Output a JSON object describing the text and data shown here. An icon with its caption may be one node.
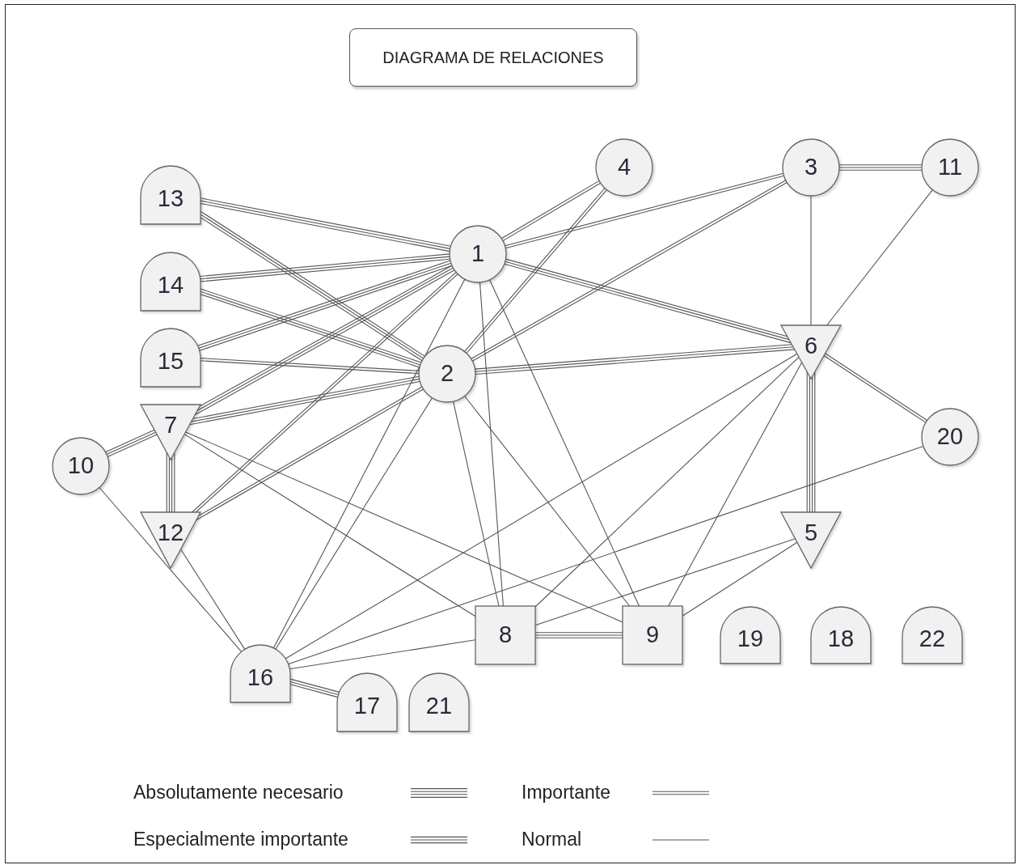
{
  "diagram": {
    "title": "DIAGRAMA DE RELACIONES",
    "nodes": [
      {
        "text": [
          "1"
        ]
      },
      {
        "text": [
          "2"
        ]
      },
      {
        "text": [
          "3"
        ]
      },
      {
        "text": [
          "4"
        ]
      },
      {
        "text": [
          "5"
        ]
      },
      {
        "text": [
          "6"
        ]
      },
      {
        "text": [
          "7"
        ]
      },
      {
        "text": [
          "8"
        ]
      },
      {
        "text": [
          "9"
        ]
      },
      {
        "text": [
          "10"
        ]
      },
      {
        "text": [
          "11"
        ]
      },
      {
        "text": [
          "12"
        ]
      },
      {
        "text": [
          "13"
        ]
      },
      {
        "text": [
          "14"
        ]
      },
      {
        "text": [
          "15"
        ]
      },
      {
        "text": [
          "16"
        ]
      },
      {
        "text": [
          "17"
        ]
      },
      {
        "text": [
          "18"
        ]
      },
      {
        "text": [
          "19"
        ]
      },
      {
        "text": [
          "20"
        ]
      },
      {
        "text": [
          "21"
        ]
      },
      {
        "text": [
          "22"
        ]
      }
    ],
    "edges": [
      {
        "from": 12,
        "to": 0,
        "arrow": "none"
      },
      {
        "from": 12,
        "to": 1,
        "arrow": "none"
      },
      {
        "from": 13,
        "to": 0,
        "arrow": "none"
      },
      {
        "from": 13,
        "to": 1,
        "arrow": "none"
      },
      {
        "from": 14,
        "to": 0,
        "arrow": "none"
      },
      {
        "from": 14,
        "to": 1,
        "arrow": "none"
      },
      {
        "from": 0,
        "to": 3,
        "arrow": "none"
      },
      {
        "from": 0,
        "to": 2,
        "arrow": "none"
      },
      {
        "from": 0,
        "to": 5,
        "arrow": "none"
      },
      {
        "from": 0,
        "to": 6,
        "arrow": "none"
      },
      {
        "from": 0,
        "to": 11,
        "arrow": "none"
      },
      {
        "from": 0,
        "to": 15,
        "arrow": "none"
      },
      {
        "from": 0,
        "to": 7,
        "arrow": "none"
      },
      {
        "from": 0,
        "to": 8,
        "arrow": "none"
      },
      {
        "from": 1,
        "to": 3,
        "arrow": "none"
      },
      {
        "from": 1,
        "to": 2,
        "arrow": "none"
      },
      {
        "from": 1,
        "to": 5,
        "arrow": "none"
      },
      {
        "from": 1,
        "to": 6,
        "arrow": "none"
      },
      {
        "from": 1,
        "to": 11,
        "arrow": "none"
      },
      {
        "from": 1,
        "to": 15,
        "arrow": "none"
      },
      {
        "from": 1,
        "to": 7,
        "arrow": "none"
      },
      {
        "from": 1,
        "to": 8,
        "arrow": "none"
      },
      {
        "from": 2,
        "to": 10,
        "arrow": "none"
      },
      {
        "from": 2,
        "to": 5,
        "arrow": "none"
      },
      {
        "from": 10,
        "to": 5,
        "arrow": "none"
      },
      {
        "from": 5,
        "to": 19,
        "arrow": "none"
      },
      {
        "from": 5,
        "to": 4,
        "arrow": "none"
      },
      {
        "from": 5,
        "to": 7,
        "arrow": "none"
      },
      {
        "from": 5,
        "to": 8,
        "arrow": "none"
      },
      {
        "from": 5,
        "to": 15,
        "arrow": "none"
      },
      {
        "from": 9,
        "to": 6,
        "arrow": "none"
      },
      {
        "from": 6,
        "to": 11,
        "arrow": "none"
      },
      {
        "from": 6,
        "to": 7,
        "arrow": "none"
      },
      {
        "from": 6,
        "to": 8,
        "arrow": "none"
      },
      {
        "from": 9,
        "to": 15,
        "arrow": "none"
      },
      {
        "from": 11,
        "to": 15,
        "arrow": "none"
      },
      {
        "from": 15,
        "to": 19,
        "arrow": "none"
      },
      {
        "from": 15,
        "to": 7,
        "arrow": "none"
      },
      {
        "from": 15,
        "to": 16,
        "arrow": "none"
      },
      {
        "from": 7,
        "to": 8,
        "arrow": "none"
      },
      {
        "from": 4,
        "to": 7,
        "arrow": "none"
      },
      {
        "from": 4,
        "to": 8,
        "arrow": "none"
      }
    ],
    "legend": [
      {
        "text": "Absolutamente necesario"
      },
      {
        "text": "Importante"
      },
      {
        "text": "Especialmente importante"
      },
      {
        "text": "Normal"
      }
    ]
  }
}
